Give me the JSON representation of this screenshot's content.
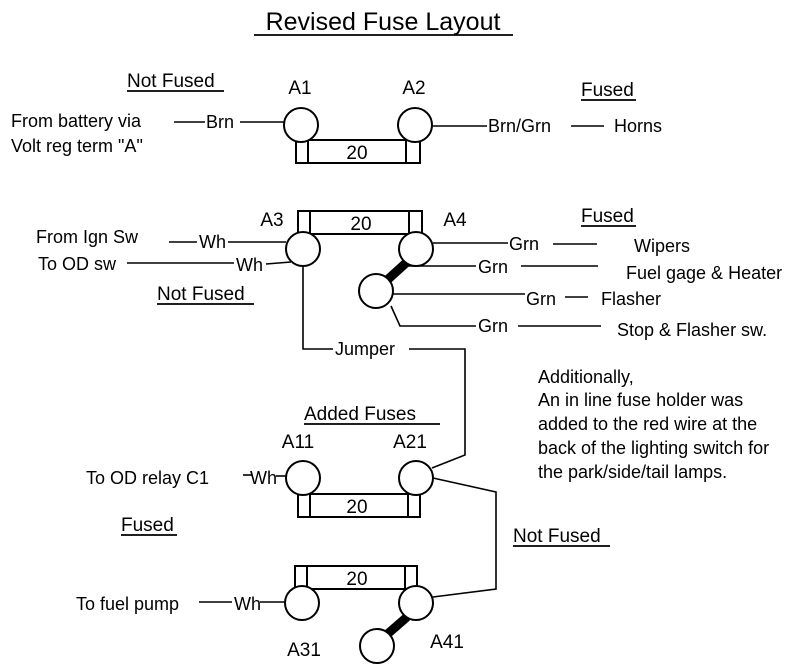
{
  "title": "Revised Fuse Layout",
  "headers": {
    "not_fused_1": "Not Fused",
    "fused_1": "Fused",
    "fused_2": "Fused",
    "not_fused_2": "Not Fused",
    "added_fuses": "Added Fuses",
    "fused_3": "Fused",
    "not_fused_3": "Not Fused"
  },
  "terminals": {
    "a1": "A1",
    "a2": "A2",
    "a3": "A3",
    "a4": "A4",
    "a11": "A11",
    "a21": "A21",
    "a31": "A31",
    "a41": "A41"
  },
  "fuses": {
    "f1": "20",
    "f2": "20",
    "f3": "20",
    "f4": "20"
  },
  "labels": {
    "from_battery_1": "From battery via",
    "from_battery_2": "Volt reg term \"A\"",
    "brn": "Brn",
    "brn_grn": "Brn/Grn",
    "horns": "Horns",
    "from_ign_sw": "From Ign Sw",
    "to_od_sw": "To OD sw",
    "wh_1": "Wh",
    "wh_2": "Wh",
    "grn_1": "Grn",
    "wipers": "Wipers",
    "grn_2": "Grn",
    "fuel_gage": "Fuel gage & Heater",
    "grn_3": "Grn",
    "flasher": "Flasher",
    "grn_4": "Grn",
    "stop_flasher": "Stop & Flasher sw.",
    "jumper": "Jumper",
    "to_od_relay": "To OD relay C1",
    "wh_3": "Wh",
    "to_fuel_pump": "To fuel pump",
    "wh_4": "Wh"
  },
  "note": {
    "line1": "Additionally,",
    "line2": "An in line fuse holder was",
    "line3": "added to the red wire at the",
    "line4": "back of the lighting switch for",
    "line5": "the park/side/tail lamps."
  }
}
